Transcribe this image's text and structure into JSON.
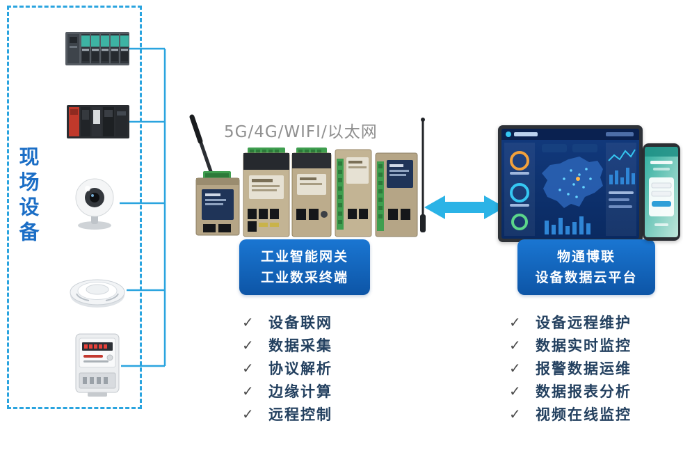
{
  "field": {
    "label": "现场设备",
    "device_icons": [
      "plc-rack-icon",
      "plc-controller-icon",
      "ip-camera-icon",
      "smoke-detector-icon",
      "energy-meter-icon"
    ]
  },
  "middle": {
    "connectivity_label": "5G/4G/WIFI/以太网",
    "box_line1": "工业智能网关",
    "box_line2": "工业数采终端",
    "features": [
      "设备联网",
      "数据采集",
      "协议解析",
      "边缘计算",
      "远程控制"
    ]
  },
  "right": {
    "box_line1": "物通博联",
    "box_line2": "设备数据云平台",
    "features": [
      "设备远程维护",
      "数据实时监控",
      "报警数据运维",
      "数据报表分析",
      "视频在线监控"
    ]
  },
  "ui": {
    "check": "✓"
  },
  "colors": {
    "accent_blue": "#0d55a6",
    "box_gradient_top": "#1a76d2",
    "arrow_cyan": "#2bb3e6",
    "dashed_border": "#2aa4df",
    "label_blue": "#1b6ec6",
    "feature_text": "#23405f",
    "connectivity_gray": "#8f8f8f"
  }
}
